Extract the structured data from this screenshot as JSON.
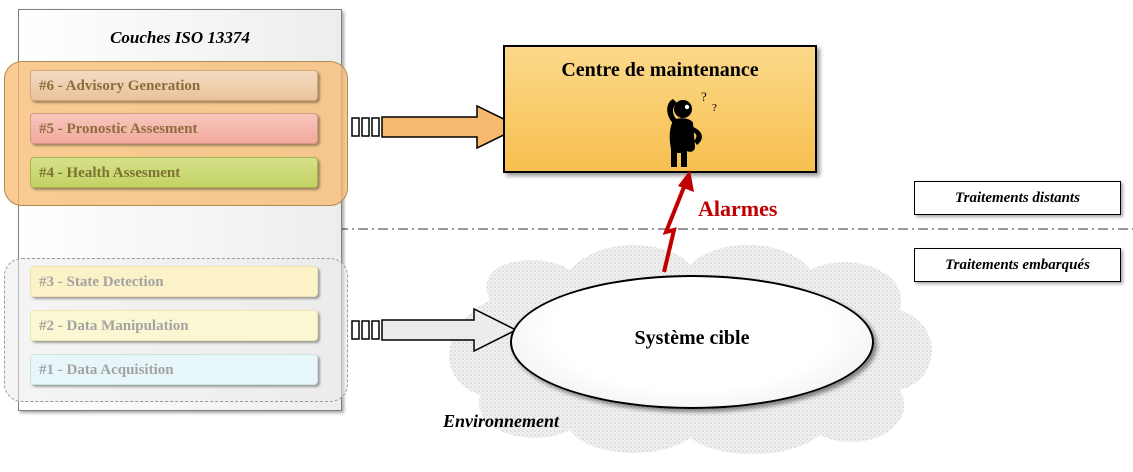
{
  "iso_panel": {
    "title": "Couches ISO 13374",
    "upper_layers": [
      "#6 - Advisory Generation",
      "#5 - Pronostic Assesment",
      "#4 - Health Assesment"
    ],
    "lower_layers": [
      "#3 - State Detection",
      "#2 - Data Manipulation",
      "#1 - Data Acquisition"
    ]
  },
  "maintenance": {
    "title": "Centre de maintenance",
    "icon": "thinking-person-icon"
  },
  "target": {
    "label": "Système cible"
  },
  "environment": {
    "label": "Environnement"
  },
  "alarm": {
    "label": "Alarmes",
    "color": "#c00000",
    "icon": "lightning-arrow-icon"
  },
  "zones": {
    "distant": "Traitements distants",
    "embedded": "Traitements embarqués"
  },
  "colors": {
    "upper_group": "#f7b96e",
    "maintenance_fill": "#f9c45a",
    "alarm": "#c00000",
    "arrow_upper": "#f7b96e",
    "arrow_lower": "#ececec"
  }
}
